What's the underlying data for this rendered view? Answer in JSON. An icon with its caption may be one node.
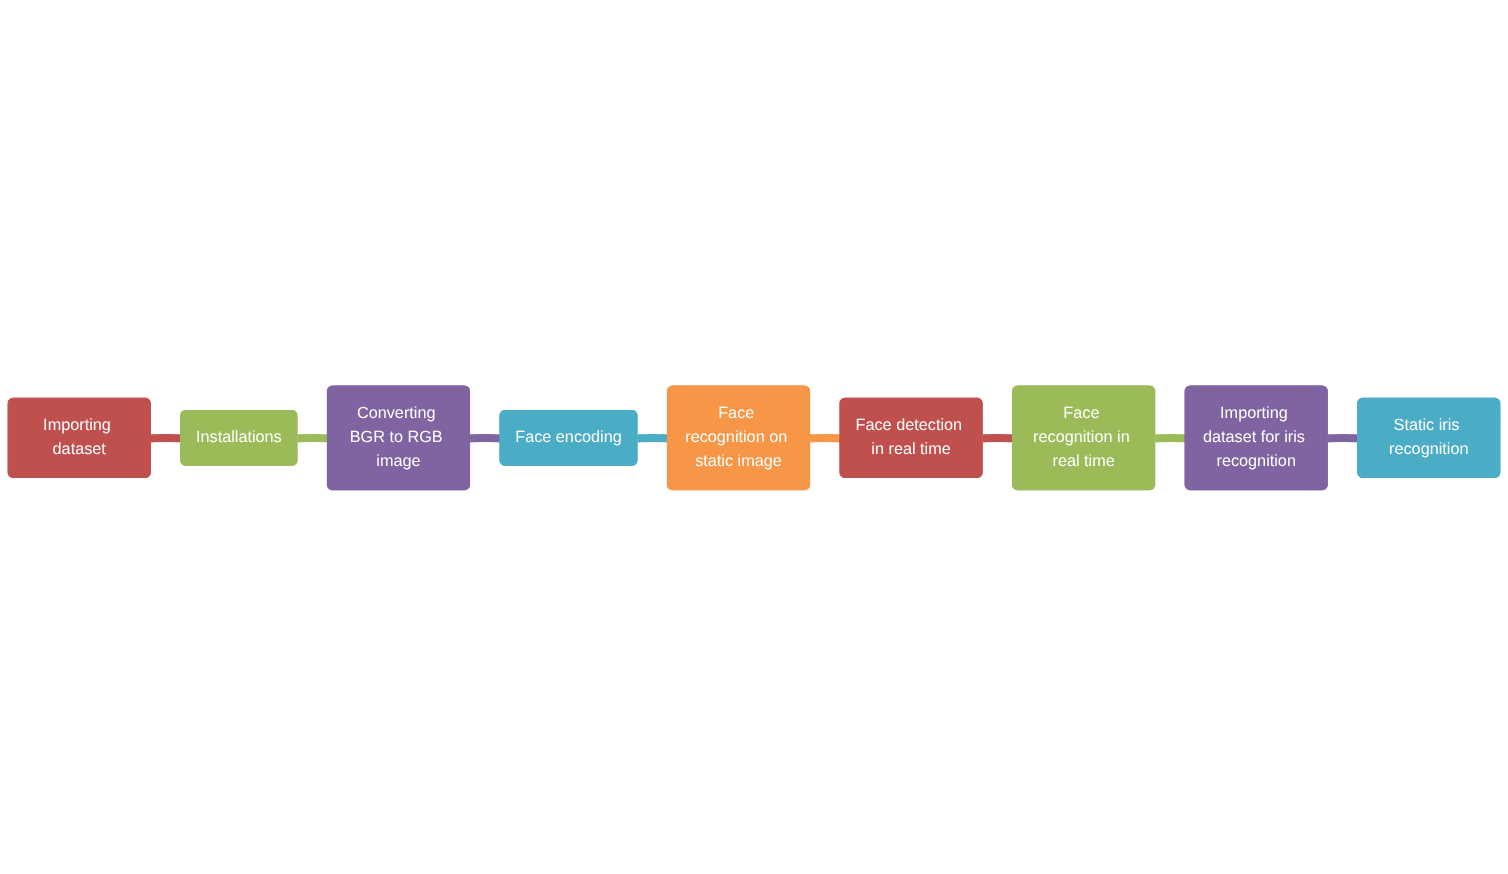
{
  "diagram": {
    "nodes": [
      {
        "text": [
          "Importing dataset"
        ]
      },
      {
        "text": [
          "Installations"
        ]
      },
      {
        "text": [
          "Converting BGR to RGB image"
        ]
      },
      {
        "text": [
          "Face encoding"
        ]
      },
      {
        "text": [
          "Face recognition on static image"
        ]
      },
      {
        "text": [
          "Face detection in real time"
        ]
      },
      {
        "text": [
          "Face recognition in real time"
        ]
      },
      {
        "text": [
          "Importing dataset for iris recognition"
        ]
      },
      {
        "text": [
          "Static iris recognition"
        ]
      }
    ],
    "edges": [
      {
        "from": 0,
        "to": 1,
        "arrow": "none",
        "color": "#c0504d"
      },
      {
        "from": 1,
        "to": 2,
        "arrow": "none",
        "color": "#9bbb59"
      },
      {
        "from": 2,
        "to": 3,
        "arrow": "none",
        "color": "#8064a2"
      },
      {
        "from": 3,
        "to": 4,
        "arrow": "none",
        "color": "#4bacc6"
      },
      {
        "from": 4,
        "to": 5,
        "arrow": "none",
        "color": "#f79646"
      },
      {
        "from": 5,
        "to": 6,
        "arrow": "none",
        "color": "#c0504d"
      },
      {
        "from": 6,
        "to": 7,
        "arrow": "none",
        "color": "#9bbb59"
      },
      {
        "from": 7,
        "to": 8,
        "arrow": "none",
        "color": "#8064a2"
      }
    ]
  }
}
